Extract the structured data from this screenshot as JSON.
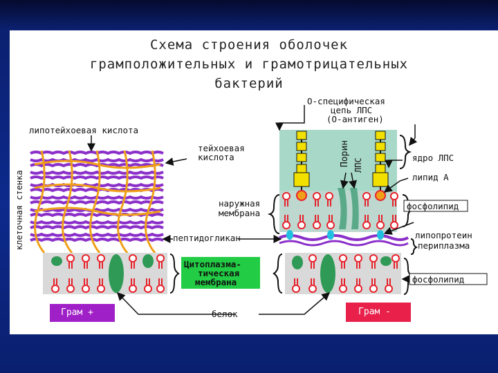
{
  "title": {
    "line1": "Схема строения оболочек",
    "line2": "грамположительных и грамотрицательных",
    "line3": "бактерий"
  },
  "labels": {
    "o_chain_1": "O-специфическая",
    "o_chain_2": "цепь ЛПС",
    "o_chain_3": "(O-антиген)",
    "lipoteichoic": "липотейхоевая кислота",
    "teichoic_1": "тейхоевая",
    "teichoic_2": "кислота",
    "cell_wall": "клеточная стенка",
    "porin": "Порин",
    "lps": "ЛПС",
    "lps_core": "ядро ЛПС",
    "lipid_a": "липид А",
    "outer_membrane_1": "наружная",
    "outer_membrane_2": "мембрана",
    "phospholipid_top": "фосфолипид",
    "peptidoglycan": "пептидогликан",
    "lipoprotein": "липопротеин",
    "periplasm": "периплазма",
    "cytoplasmic_1": "Цитоплазма-",
    "cytoplasmic_2": "тическая",
    "cytoplasmic_3": "мембрана",
    "phospholipid_bottom": "фосфолипид",
    "protein": "белок",
    "gram_pos": "Грам +",
    "gram_neg": "Грам -"
  },
  "colors": {
    "slide_bg": "#0d2a8c",
    "purple": "#8b2fc9",
    "orange": "#f0a018",
    "red": "#e8202a",
    "green": "#2f9a56",
    "teal_bg": "#a8d8c8",
    "yellow": "#f2e000",
    "gram_pos_bg": "#a020c8",
    "gram_neg_bg": "#e8204a",
    "cytoplasmic_bg": "#22cc44"
  }
}
